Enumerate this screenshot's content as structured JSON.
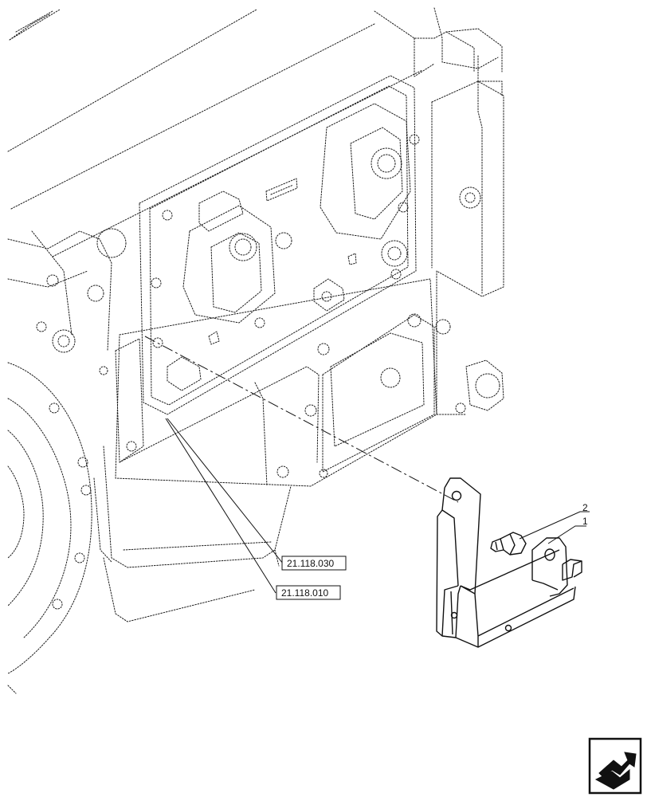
{
  "references": [
    {
      "label": "21.118.030"
    },
    {
      "label": "21.118.010"
    }
  ],
  "callouts": [
    {
      "number": "2"
    },
    {
      "number": "1"
    }
  ],
  "navigation": {
    "icon": "next-page-arrow-icon"
  }
}
